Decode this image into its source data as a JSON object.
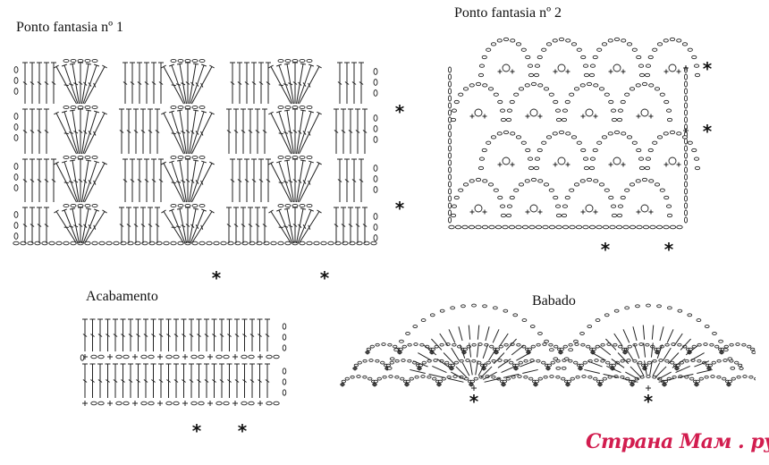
{
  "titles": {
    "pattern1": "Ponto fantasia nº 1",
    "pattern2": "Ponto fantasia nº 2",
    "finishing": "Acabamento",
    "ruffle": "Babado"
  },
  "repeat_marker": "*",
  "watermark": {
    "text": "Страна Мам . ру",
    "color": "#d21d4f"
  },
  "colors": {
    "ink": "#222222",
    "background": "#ffffff"
  }
}
